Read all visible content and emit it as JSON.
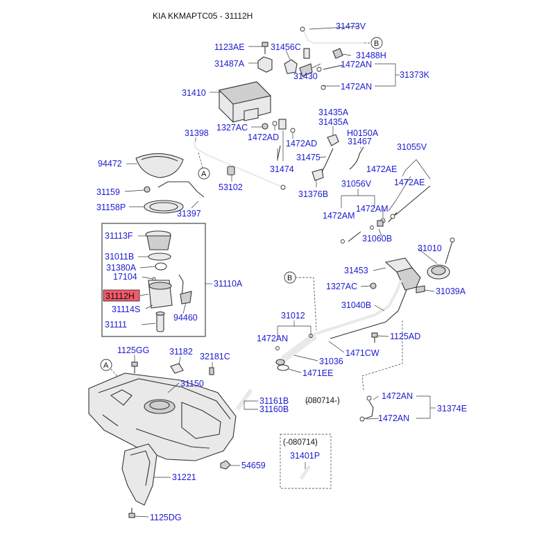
{
  "title": "KIA KKMAPTC05 - 31112H",
  "labels": {
    "p31473V": "31473V",
    "p1123AE": "1123AE",
    "p31456C": "31456C",
    "p31488H": "31488H",
    "p31487A": "31487A",
    "p1472AN_a": "1472AN",
    "p31430": "31430",
    "p31373K": "31373K",
    "p1472AN_b": "1472AN",
    "p31410": "31410",
    "p31435A_a": "31435A",
    "p31435A_b": "31435A",
    "p1327AC_a": "1327AC",
    "pH0150A": "H0150A",
    "p31398": "31398",
    "p1472AD_a": "1472AD",
    "p1472AD_b": "1472AD",
    "p31467": "31467",
    "p31055V": "31055V",
    "p94472": "94472",
    "p31475": "31475",
    "p31474": "31474",
    "p1472AE_a": "1472AE",
    "p53102": "53102",
    "p31056V": "31056V",
    "p1472AE_b": "1472AE",
    "p31159": "31159",
    "p31376B": "31376B",
    "p31158P": "31158P",
    "p31397": "31397",
    "p1472AM_a": "1472AM",
    "p1472AM_b": "1472AM",
    "p31113F": "31113F",
    "p31060B": "31060B",
    "p31010": "31010",
    "p31011B": "31011B",
    "p31380A": "31380A",
    "p31453": "31453",
    "p17104": "17104",
    "p31110A": "31110A",
    "p1327AC_b": "1327AC",
    "p31039A": "31039A",
    "p31112H": "31112H",
    "p31040B": "31040B",
    "p31114S": "31114S",
    "p94460": "94460",
    "p31012": "31012",
    "p31111": "31111",
    "p1472AN_c": "1472AN",
    "p1125AD": "1125AD",
    "p1125GG": "1125GG",
    "p31182": "31182",
    "p32181C": "32181C",
    "p31036": "31036",
    "p1471CW": "1471CW",
    "p1471EE": "1471EE",
    "p31150": "31150",
    "p1472AN_d": "1472AN",
    "p31161B": "31161B",
    "p080714": "(080714-)",
    "p31160B": "31160B",
    "p31374E": "31374E",
    "p1472AN_e": "1472AN",
    "p_080714": "(-080714)",
    "p31401P": "31401P",
    "p54659": "54659",
    "p31221": "31221",
    "p1125DG": "1125DG"
  },
  "refs": {
    "A_top": "A",
    "B_top": "B",
    "A_bottom": "A",
    "B_mid": "B"
  },
  "highlight_part": "31112H",
  "colors": {
    "label": "#1a1ad2",
    "highlight": "#f25a6a",
    "line": "#333333"
  }
}
